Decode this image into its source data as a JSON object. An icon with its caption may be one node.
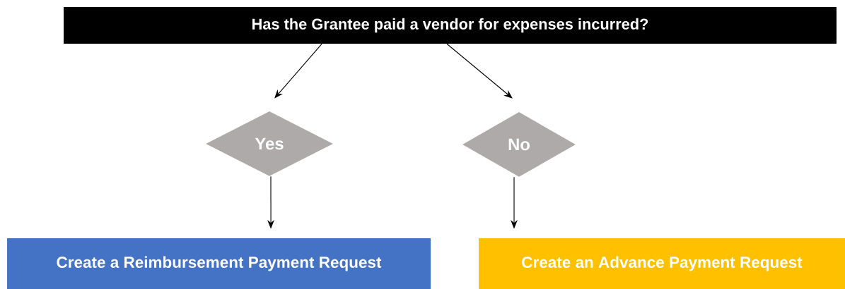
{
  "diagram": {
    "nodes": [
      {
        "text": [
          "Has the Grantee paid a vendor for expenses incurred?"
        ]
      },
      {
        "text": [
          "Yes"
        ]
      },
      {
        "text": [
          "No"
        ]
      },
      {
        "text": [
          "Create a Reimbursement Payment Request"
        ]
      },
      {
        "text": [
          "Create an Advance Payment Request"
        ]
      }
    ],
    "edges": [
      {
        "from": 0,
        "to": 1,
        "arrow": "to"
      },
      {
        "from": 0,
        "to": 2,
        "arrow": "to"
      },
      {
        "from": 1,
        "to": 3,
        "arrow": "to"
      },
      {
        "from": 2,
        "to": 4,
        "arrow": "to"
      }
    ]
  }
}
